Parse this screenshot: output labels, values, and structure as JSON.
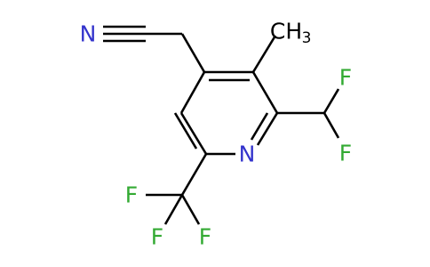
{
  "molecule": {
    "atoms": {
      "nitrile_n": "N",
      "ring_n": "N",
      "methyl": "CH",
      "methyl_sub": "3",
      "f_difluoro_top": "F",
      "f_difluoro_bottom": "F",
      "f_cf3_left": "F",
      "f_cf3_bottom_left": "F",
      "f_cf3_bottom_right": "F"
    },
    "colors": {
      "bond": "#000000",
      "nitrogen": "#3333cc",
      "fluorine": "#33aa33",
      "carbon": "#000000"
    }
  }
}
